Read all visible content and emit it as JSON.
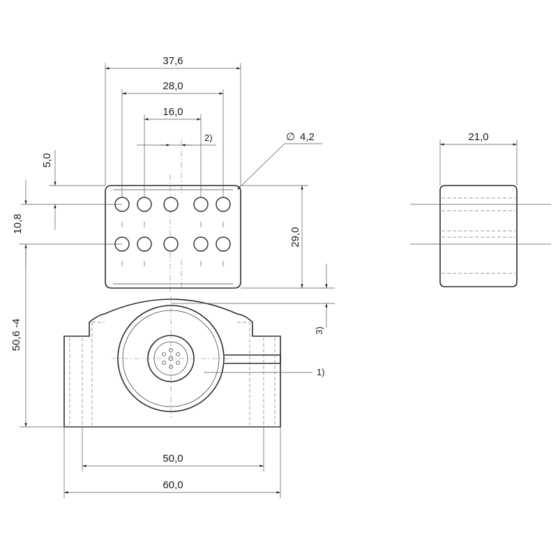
{
  "dimensions": {
    "width_total": "37,6",
    "hole_span_outer": "28,0",
    "hole_span_inner": "16,0",
    "hole_note": "2)",
    "hole_diameter": "4,2",
    "side_width": "21,0",
    "top_offset": "5,0",
    "row_pitch": "10,8",
    "block_height": "29,0",
    "base_height": "50,6 -4",
    "gap_note": "3)",
    "connector_note": "1)",
    "base_inner": "50,0",
    "base_outer": "60,0"
  },
  "symbols": {
    "diameter": "∅"
  }
}
